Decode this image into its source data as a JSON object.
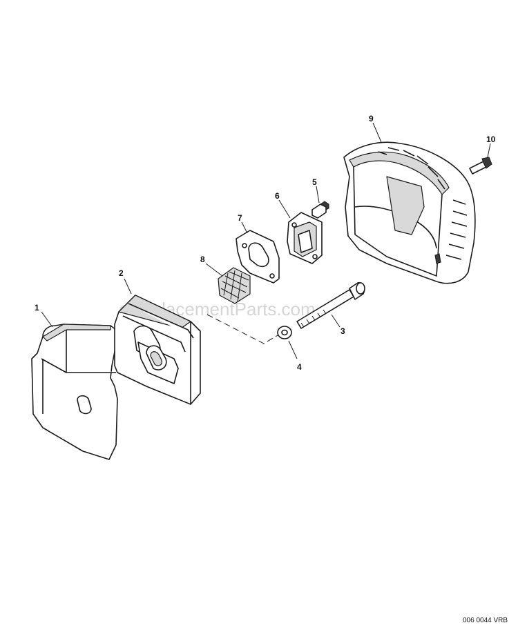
{
  "diagram": {
    "drawing_code": "006 0044 VRB",
    "watermark": "eReplacementParts.com",
    "callouts": [
      {
        "id": "c1",
        "label": "1"
      },
      {
        "id": "c2",
        "label": "2"
      },
      {
        "id": "c3",
        "label": "3"
      },
      {
        "id": "c4",
        "label": "4"
      },
      {
        "id": "c5",
        "label": "5"
      },
      {
        "id": "c6",
        "label": "6"
      },
      {
        "id": "c7",
        "label": "7"
      },
      {
        "id": "c8",
        "label": "8"
      },
      {
        "id": "c9",
        "label": "9"
      },
      {
        "id": "c10",
        "label": "10"
      }
    ]
  }
}
